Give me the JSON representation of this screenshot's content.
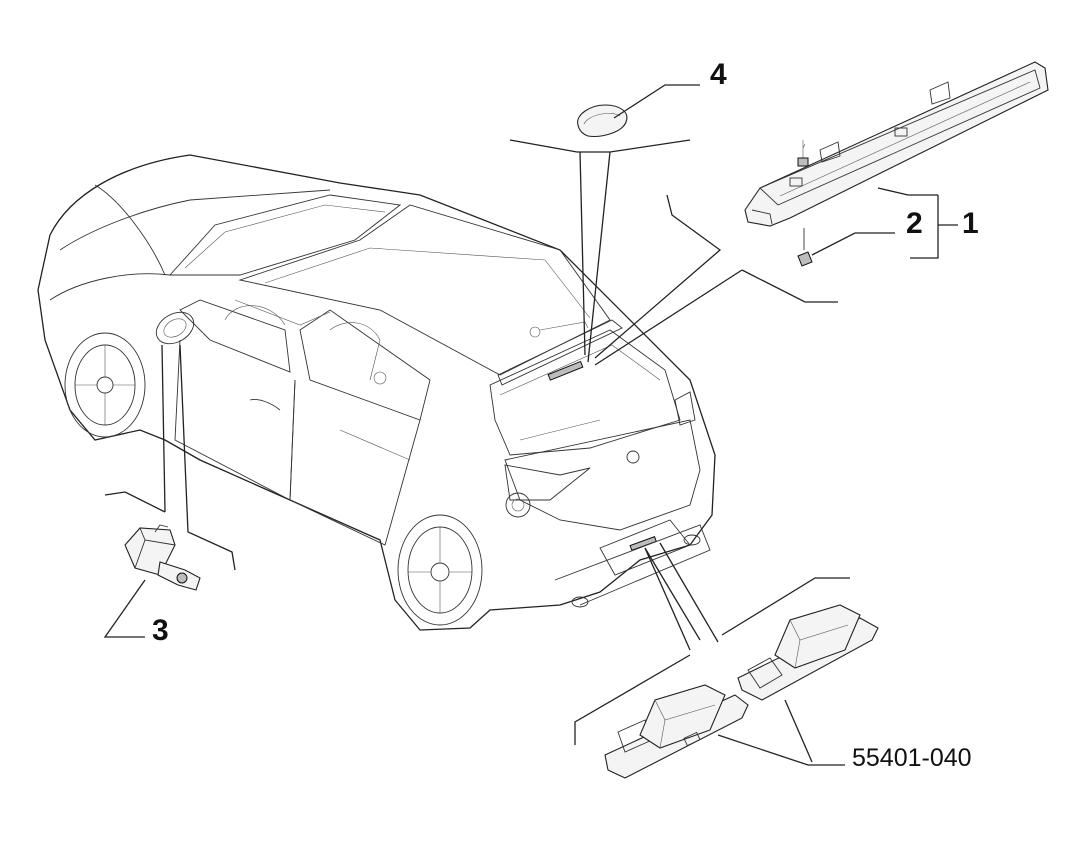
{
  "callouts": {
    "c1": "1",
    "c2": "2",
    "c3": "3",
    "c4": "4"
  },
  "part_code": "55401-040"
}
